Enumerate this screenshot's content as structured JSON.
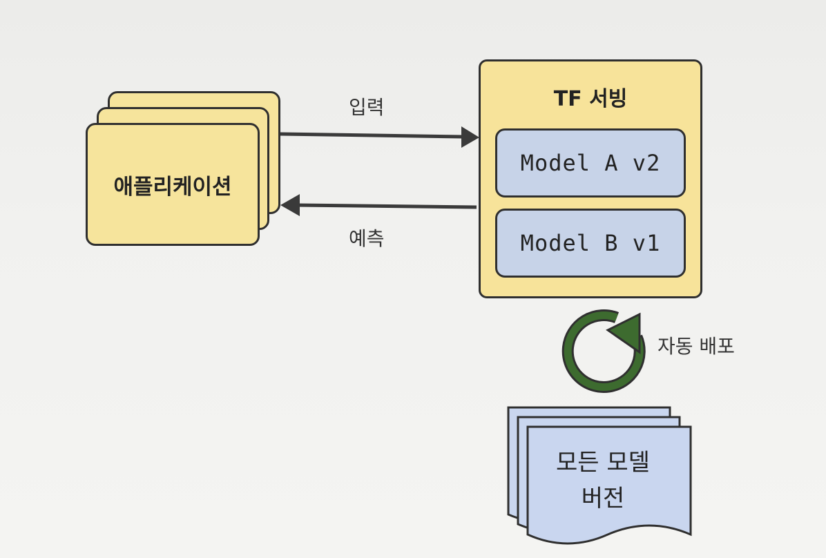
{
  "diagram": {
    "application": {
      "label": "애플리케이션"
    },
    "arrows": {
      "input_label": "입력",
      "prediction_label": "예측"
    },
    "serving": {
      "title": "TF 서빙",
      "models": [
        {
          "label": "Model A v2"
        },
        {
          "label": "Model B v1"
        }
      ]
    },
    "deploy": {
      "label": "자동 배포"
    },
    "versions": {
      "line1": "모든 모델",
      "line2": "버전"
    },
    "colors": {
      "app_fill": "#f6e49c",
      "serving_fill": "#f7e39a",
      "model_fill": "#c7d3e8",
      "docs_fill": "#c9d6ef",
      "cycle_arrow": "#3d6b2f",
      "outline": "#2f2f2f"
    }
  }
}
